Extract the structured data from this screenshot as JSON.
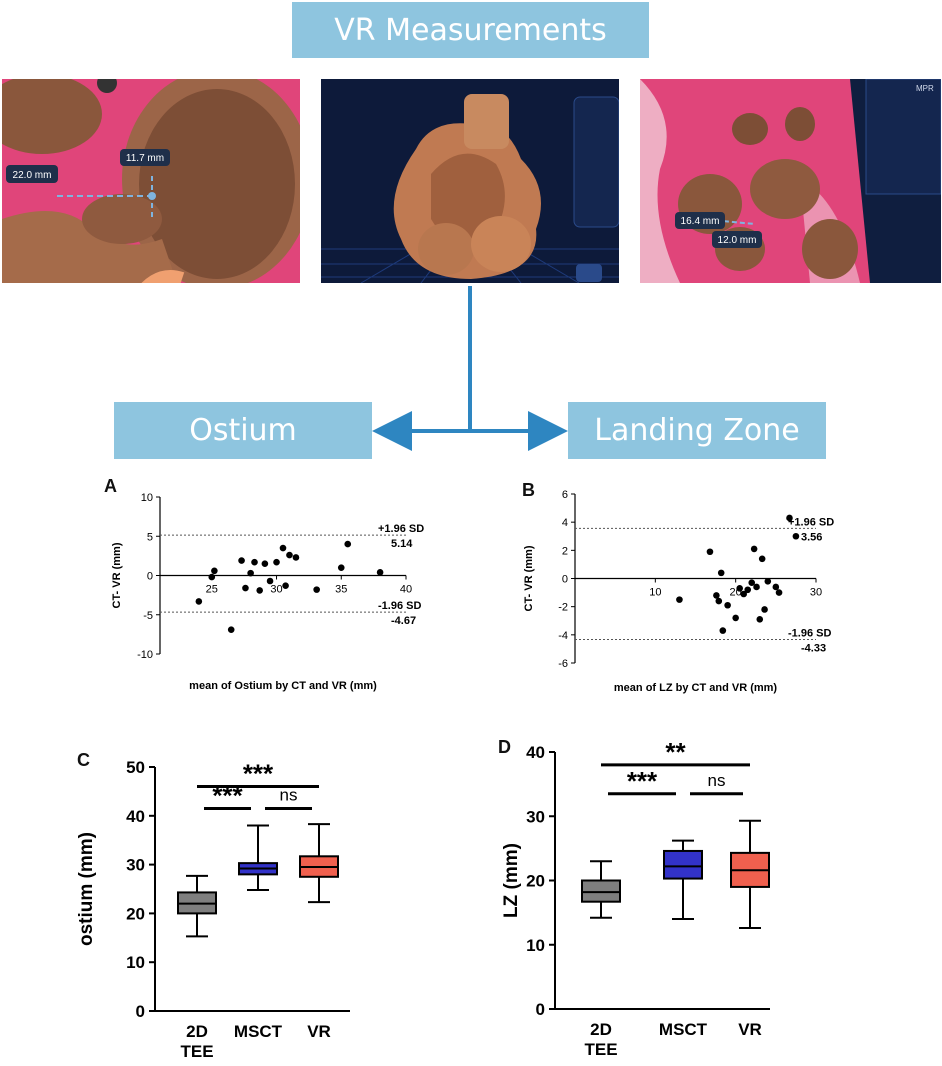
{
  "header": {
    "title": "VR Measurements"
  },
  "images": [
    {
      "name": "heart-closeup-left",
      "labels": [
        "22.0 mm",
        "11.7 mm"
      ]
    },
    {
      "name": "heart-3d-vr-render",
      "labels": []
    },
    {
      "name": "heart-closeup-right",
      "labels": [
        "16.4 mm",
        "12.0 mm",
        "MPR"
      ]
    }
  ],
  "branches": {
    "left": "Ostium",
    "right": "Landing Zone"
  },
  "panels": {
    "a": "A",
    "b": "B",
    "c": "C",
    "d": "D"
  },
  "chart_data": [
    {
      "id": "A",
      "type": "scatter",
      "xlabel": "mean of Ostium by CT and VR (mm)",
      "ylabel": "CT- VR (mm)",
      "xticks": [
        "25",
        "30",
        "35",
        "40"
      ],
      "yticks": [
        "10",
        "5",
        "0",
        "-5",
        "-10"
      ],
      "xlim": [
        21,
        40
      ],
      "ylim": [
        -10,
        10
      ],
      "upper_label": "+1.96 SD",
      "upper_value": "5.14",
      "upper": 5.14,
      "lower_label": "-1.96 SD",
      "lower_value": "-4.67",
      "lower": -4.67,
      "points": [
        [
          24,
          -3.3
        ],
        [
          25,
          -0.2
        ],
        [
          25.2,
          0.6
        ],
        [
          26.5,
          -6.9
        ],
        [
          27.3,
          1.9
        ],
        [
          27.6,
          -1.6
        ],
        [
          28,
          0.3
        ],
        [
          28.3,
          1.7
        ],
        [
          28.7,
          -1.9
        ],
        [
          29.1,
          1.5
        ],
        [
          29.5,
          -0.7
        ],
        [
          30,
          1.7
        ],
        [
          30.5,
          3.5
        ],
        [
          30.7,
          -1.3
        ],
        [
          31,
          2.6
        ],
        [
          31.5,
          2.3
        ],
        [
          33.1,
          -1.8
        ],
        [
          35,
          1
        ],
        [
          35.5,
          4
        ],
        [
          38,
          0.4
        ]
      ]
    },
    {
      "id": "B",
      "type": "scatter",
      "xlabel": "mean of LZ by CT and VR (mm)",
      "ylabel": "CT- VR (mm)",
      "xticks": [
        "10",
        "20",
        "30"
      ],
      "yticks": [
        "6",
        "4",
        "2",
        "0",
        "-2",
        "-4",
        "-6"
      ],
      "xlim": [
        0,
        30
      ],
      "ylim": [
        -6,
        6
      ],
      "upper_label": "+1.96 SD",
      "upper_value": "3.56",
      "upper": 3.56,
      "lower_label": "-1.96 SD",
      "lower_value": "-4.33",
      "lower": -4.33,
      "points": [
        [
          13,
          -1.5
        ],
        [
          16.8,
          1.9
        ],
        [
          17.6,
          -1.2
        ],
        [
          17.9,
          -1.6
        ],
        [
          18.2,
          0.4
        ],
        [
          18.4,
          -3.7
        ],
        [
          19,
          -1.9
        ],
        [
          20,
          -2.8
        ],
        [
          20.5,
          -0.7
        ],
        [
          21,
          -1.1
        ],
        [
          21.5,
          -0.8
        ],
        [
          22,
          -0.3
        ],
        [
          22.3,
          2.1
        ],
        [
          22.6,
          -0.6
        ],
        [
          23,
          -2.9
        ],
        [
          23.3,
          1.4
        ],
        [
          23.6,
          -2.2
        ],
        [
          24,
          -0.2
        ],
        [
          25,
          -0.6
        ],
        [
          25.4,
          -1.0
        ],
        [
          26.7,
          4.3
        ],
        [
          27.5,
          3
        ]
      ]
    },
    {
      "id": "C",
      "type": "box",
      "ylabel": "ostium (mm)",
      "ylim": [
        0,
        50
      ],
      "yticks": [
        "0",
        "10",
        "20",
        "30",
        "40",
        "50"
      ],
      "categories": [
        "2D\nTEE",
        "MSCT",
        "VR"
      ],
      "boxes": [
        {
          "min": 15.3,
          "q1": 20,
          "median": 22,
          "q3": 24.3,
          "max": 27.7,
          "color": "#7f7f7f"
        },
        {
          "min": 24.8,
          "q1": 28,
          "median": 29.2,
          "q3": 30.3,
          "max": 38,
          "color": "#3232c8"
        },
        {
          "min": 22.3,
          "q1": 27.5,
          "median": 29.5,
          "q3": 31.7,
          "max": 38.3,
          "color": "#f0604e"
        }
      ],
      "sig": [
        {
          "from": 0,
          "to": 2,
          "y": 46,
          "label": "***"
        },
        {
          "from": 0,
          "to": 1,
          "y": 41.5,
          "label": "***"
        },
        {
          "from": 1,
          "to": 2,
          "y": 41.5,
          "label": "ns"
        }
      ]
    },
    {
      "id": "D",
      "type": "box",
      "ylabel": "LZ (mm)",
      "ylim": [
        0,
        40
      ],
      "yticks": [
        "0",
        "10",
        "20",
        "30",
        "40"
      ],
      "categories": [
        "2D\nTEE",
        "MSCT",
        "VR"
      ],
      "boxes": [
        {
          "min": 14.2,
          "q1": 16.7,
          "median": 18.2,
          "q3": 20,
          "max": 23,
          "color": "#7f7f7f"
        },
        {
          "min": 14,
          "q1": 20.3,
          "median": 22.2,
          "q3": 24.6,
          "max": 26.2,
          "color": "#3232c8"
        },
        {
          "min": 12.6,
          "q1": 19,
          "median": 21.6,
          "q3": 24.3,
          "max": 29.3,
          "color": "#f0604e"
        }
      ],
      "sig": [
        {
          "from": 0,
          "to": 2,
          "y": 38,
          "label": "**"
        },
        {
          "from": 0,
          "to": 1,
          "y": 33.5,
          "label": "***"
        },
        {
          "from": 1,
          "to": 2,
          "y": 33.5,
          "label": "ns"
        }
      ]
    }
  ]
}
